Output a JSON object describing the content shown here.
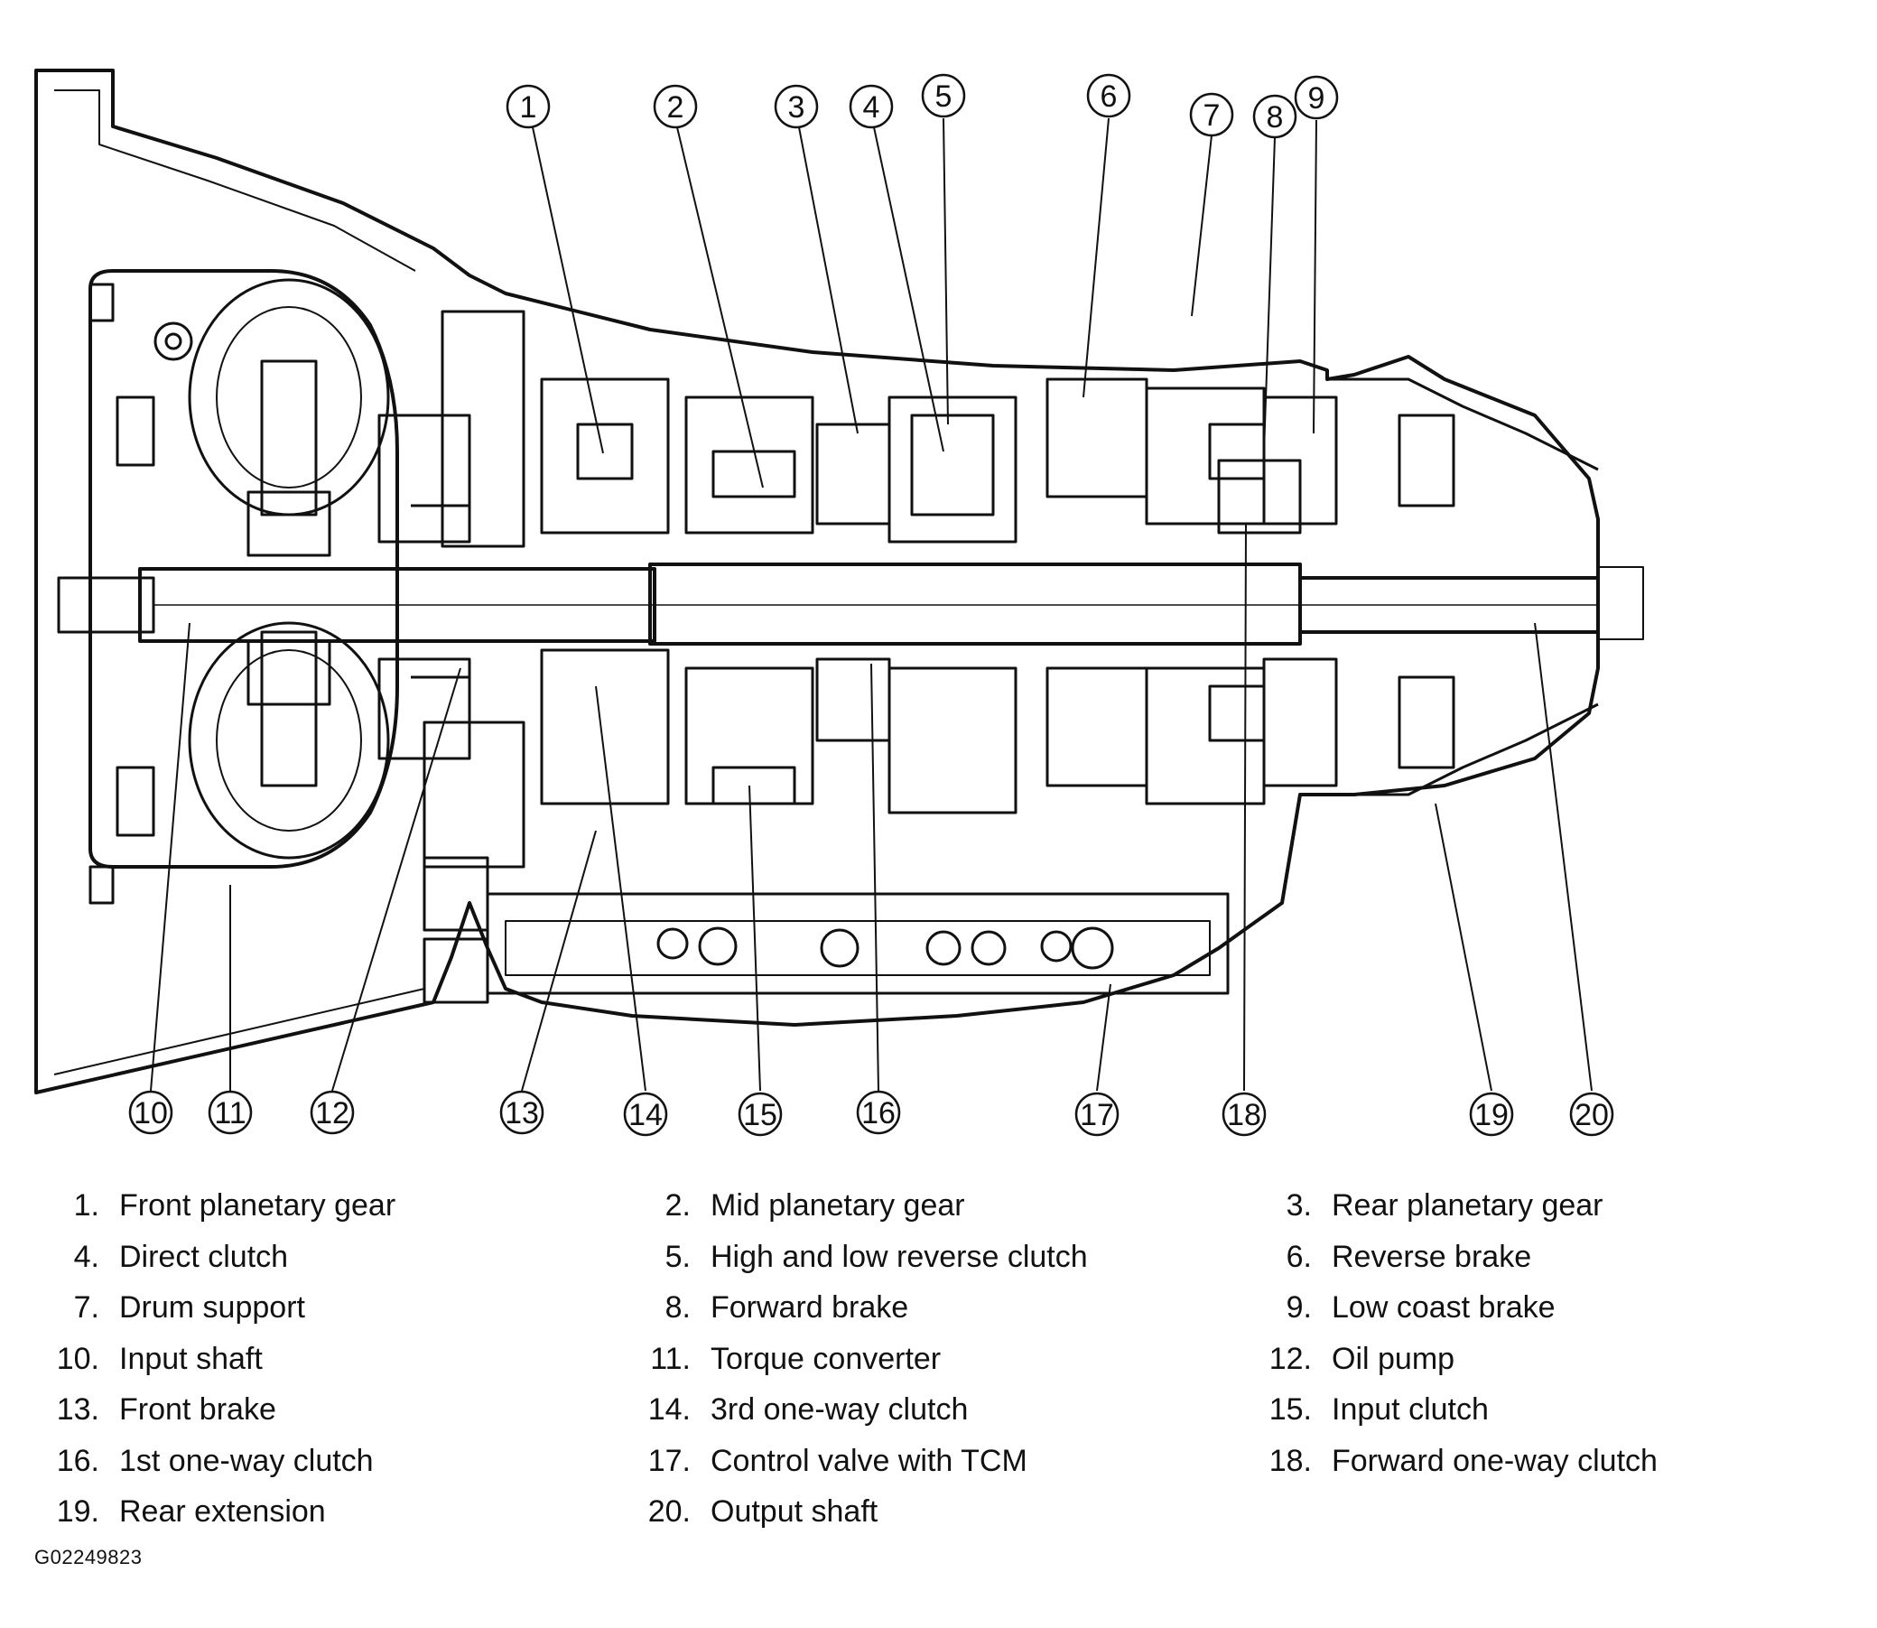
{
  "callouts": [
    {
      "n": "1"
    },
    {
      "n": "2"
    },
    {
      "n": "3"
    },
    {
      "n": "4"
    },
    {
      "n": "5"
    },
    {
      "n": "6"
    },
    {
      "n": "7"
    },
    {
      "n": "8"
    },
    {
      "n": "9"
    },
    {
      "n": "10"
    },
    {
      "n": "11"
    },
    {
      "n": "12"
    },
    {
      "n": "13"
    },
    {
      "n": "14"
    },
    {
      "n": "15"
    },
    {
      "n": "16"
    },
    {
      "n": "17"
    },
    {
      "n": "18"
    },
    {
      "n": "19"
    },
    {
      "n": "20"
    }
  ],
  "legend": [
    {
      "num": "1.",
      "text": "Front planetary gear"
    },
    {
      "num": "2.",
      "text": "Mid planetary gear"
    },
    {
      "num": "3.",
      "text": "Rear planetary gear"
    },
    {
      "num": "4.",
      "text": "Direct clutch"
    },
    {
      "num": "5.",
      "text": "High and low reverse clutch"
    },
    {
      "num": "6.",
      "text": "Reverse brake"
    },
    {
      "num": "7.",
      "text": "Drum support"
    },
    {
      "num": "8.",
      "text": "Forward brake"
    },
    {
      "num": "9.",
      "text": "Low coast brake"
    },
    {
      "num": "10.",
      "text": "Input shaft"
    },
    {
      "num": "11.",
      "text": "Torque converter"
    },
    {
      "num": "12.",
      "text": "Oil pump"
    },
    {
      "num": "13.",
      "text": "Front brake"
    },
    {
      "num": "14.",
      "text": "3rd one-way clutch"
    },
    {
      "num": "15.",
      "text": "Input clutch"
    },
    {
      "num": "16.",
      "text": "1st one-way clutch"
    },
    {
      "num": "17.",
      "text": "Control valve with TCM"
    },
    {
      "num": "18.",
      "text": "Forward one-way clutch"
    },
    {
      "num": "19.",
      "text": "Rear extension"
    },
    {
      "num": "20.",
      "text": "Output shaft"
    }
  ],
  "figure_id": "G02249823",
  "colors": {
    "ink": "#111111",
    "paper": "#ffffff"
  }
}
